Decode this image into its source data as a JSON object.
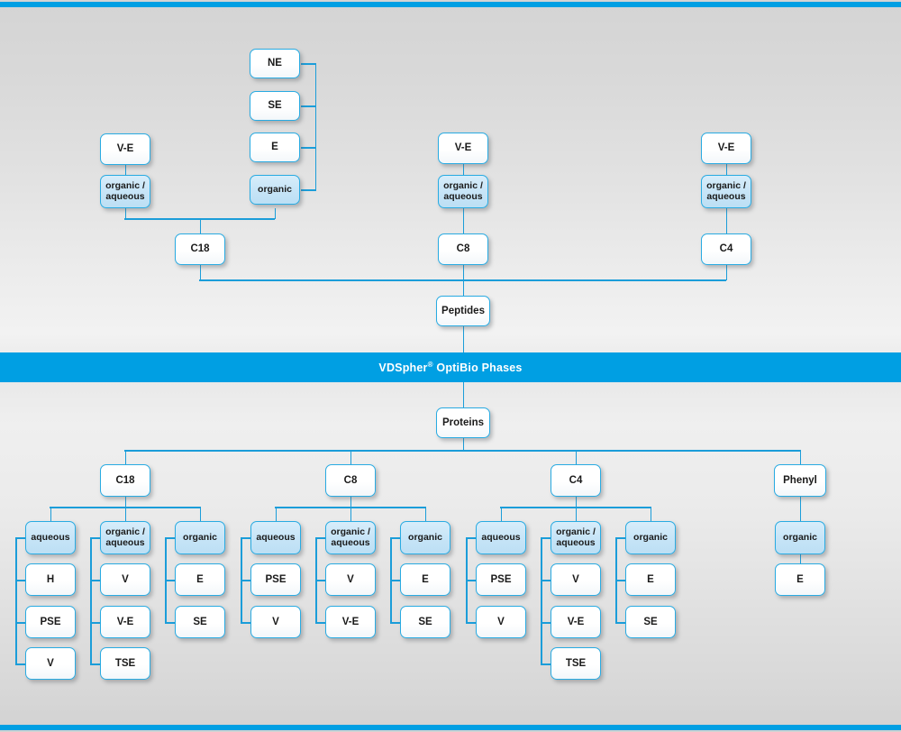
{
  "banner": {
    "title_main": "VDSpher",
    "title_sup": "®",
    "title_rest": " OptiBio Phases",
    "color": "#009fe3"
  },
  "theme": {
    "line_color": "#1b9dd9",
    "border_color": "#29abe2",
    "box_fill_white": "#ffffff",
    "box_fill_blue": "#c6e4f7",
    "text_color": "#1a1a1a",
    "background_top": "#d4d4d4",
    "background_mid": "#f2f2f2"
  },
  "peptides": {
    "root_label": "Peptides",
    "columns": [
      {
        "ligand": "C18",
        "modifiers": [
          {
            "label": "organic /\naqueous",
            "label_line1": "organic /",
            "label_line2": "aqueous",
            "highlight": true,
            "children": [
              "V-E"
            ]
          },
          {
            "label": "organic",
            "highlight": true,
            "children": [
              "NE",
              "SE",
              "E"
            ]
          }
        ]
      },
      {
        "ligand": "C8",
        "modifiers": [
          {
            "label": "organic /\naqueous",
            "label_line1": "organic /",
            "label_line2": "aqueous",
            "highlight": true,
            "children": [
              "V-E"
            ]
          }
        ]
      },
      {
        "ligand": "C4",
        "modifiers": [
          {
            "label": "organic /\naqueous",
            "label_line1": "organic /",
            "label_line2": "aqueous",
            "highlight": true,
            "children": [
              "V-E"
            ]
          }
        ]
      }
    ]
  },
  "proteins": {
    "root_label": "Proteins",
    "columns": [
      {
        "ligand": "C18",
        "modifiers": [
          {
            "label": "aqueous",
            "highlight": true,
            "children": [
              "H",
              "PSE",
              "V"
            ]
          },
          {
            "label_line1": "organic /",
            "label_line2": "aqueous",
            "highlight": true,
            "children": [
              "V",
              "V-E",
              "TSE"
            ]
          },
          {
            "label": "organic",
            "highlight": true,
            "children": [
              "E",
              "SE"
            ]
          }
        ]
      },
      {
        "ligand": "C8",
        "modifiers": [
          {
            "label": "aqueous",
            "highlight": true,
            "children": [
              "PSE",
              "V"
            ]
          },
          {
            "label_line1": "organic /",
            "label_line2": "aqueous",
            "highlight": true,
            "children": [
              "V",
              "V-E"
            ]
          },
          {
            "label": "organic",
            "highlight": true,
            "children": [
              "E",
              "SE"
            ]
          }
        ]
      },
      {
        "ligand": "C4",
        "modifiers": [
          {
            "label": "aqueous",
            "highlight": true,
            "children": [
              "PSE",
              "V"
            ]
          },
          {
            "label_line1": "organic /",
            "label_line2": "aqueous",
            "highlight": true,
            "children": [
              "V",
              "V-E",
              "TSE"
            ]
          },
          {
            "label": "organic",
            "highlight": true,
            "children": [
              "E",
              "SE"
            ]
          }
        ]
      },
      {
        "ligand": "Phenyl",
        "modifiers": [
          {
            "label": "organic",
            "highlight": true,
            "children": [
              "E"
            ]
          }
        ]
      }
    ]
  },
  "nodes": {
    "top_c18_ve": "V-E",
    "top_c18_orgaq_l1": "organic /",
    "top_c18_orgaq_l2": "aqueous",
    "top_c18_ne": "NE",
    "top_c18_se": "SE",
    "top_c18_e": "E",
    "top_c18_organic": "organic",
    "top_c18": "C18",
    "top_c8_ve": "V-E",
    "top_c8_orgaq_l1": "organic /",
    "top_c8_orgaq_l2": "aqueous",
    "top_c8": "C8",
    "top_c4_ve": "V-E",
    "top_c4_orgaq_l1": "organic /",
    "top_c4_orgaq_l2": "aqueous",
    "top_c4": "C4",
    "peptides": "Peptides",
    "proteins": "Proteins",
    "b_c18": "C18",
    "b_c18_aqueous": "aqueous",
    "b_c18_aq_1": "H",
    "b_c18_aq_2": "PSE",
    "b_c18_aq_3": "V",
    "b_c18_oa_l1": "organic /",
    "b_c18_oa_l2": "aqueous",
    "b_c18_oa_1": "V",
    "b_c18_oa_2": "V-E",
    "b_c18_oa_3": "TSE",
    "b_c18_org": "organic",
    "b_c18_org_1": "E",
    "b_c18_org_2": "SE",
    "b_c8": "C8",
    "b_c8_aqueous": "aqueous",
    "b_c8_aq_1": "PSE",
    "b_c8_aq_2": "V",
    "b_c8_oa_l1": "organic /",
    "b_c8_oa_l2": "aqueous",
    "b_c8_oa_1": "V",
    "b_c8_oa_2": "V-E",
    "b_c8_org": "organic",
    "b_c8_org_1": "E",
    "b_c8_org_2": "SE",
    "b_c4": "C4",
    "b_c4_aqueous": "aqueous",
    "b_c4_aq_1": "PSE",
    "b_c4_aq_2": "V",
    "b_c4_oa_l1": "organic /",
    "b_c4_oa_l2": "aqueous",
    "b_c4_oa_1": "V",
    "b_c4_oa_2": "V-E",
    "b_c4_oa_3": "TSE",
    "b_c4_org": "organic",
    "b_c4_org_1": "E",
    "b_c4_org_2": "SE",
    "b_phenyl": "Phenyl",
    "b_phenyl_org": "organic",
    "b_phenyl_org_1": "E"
  }
}
